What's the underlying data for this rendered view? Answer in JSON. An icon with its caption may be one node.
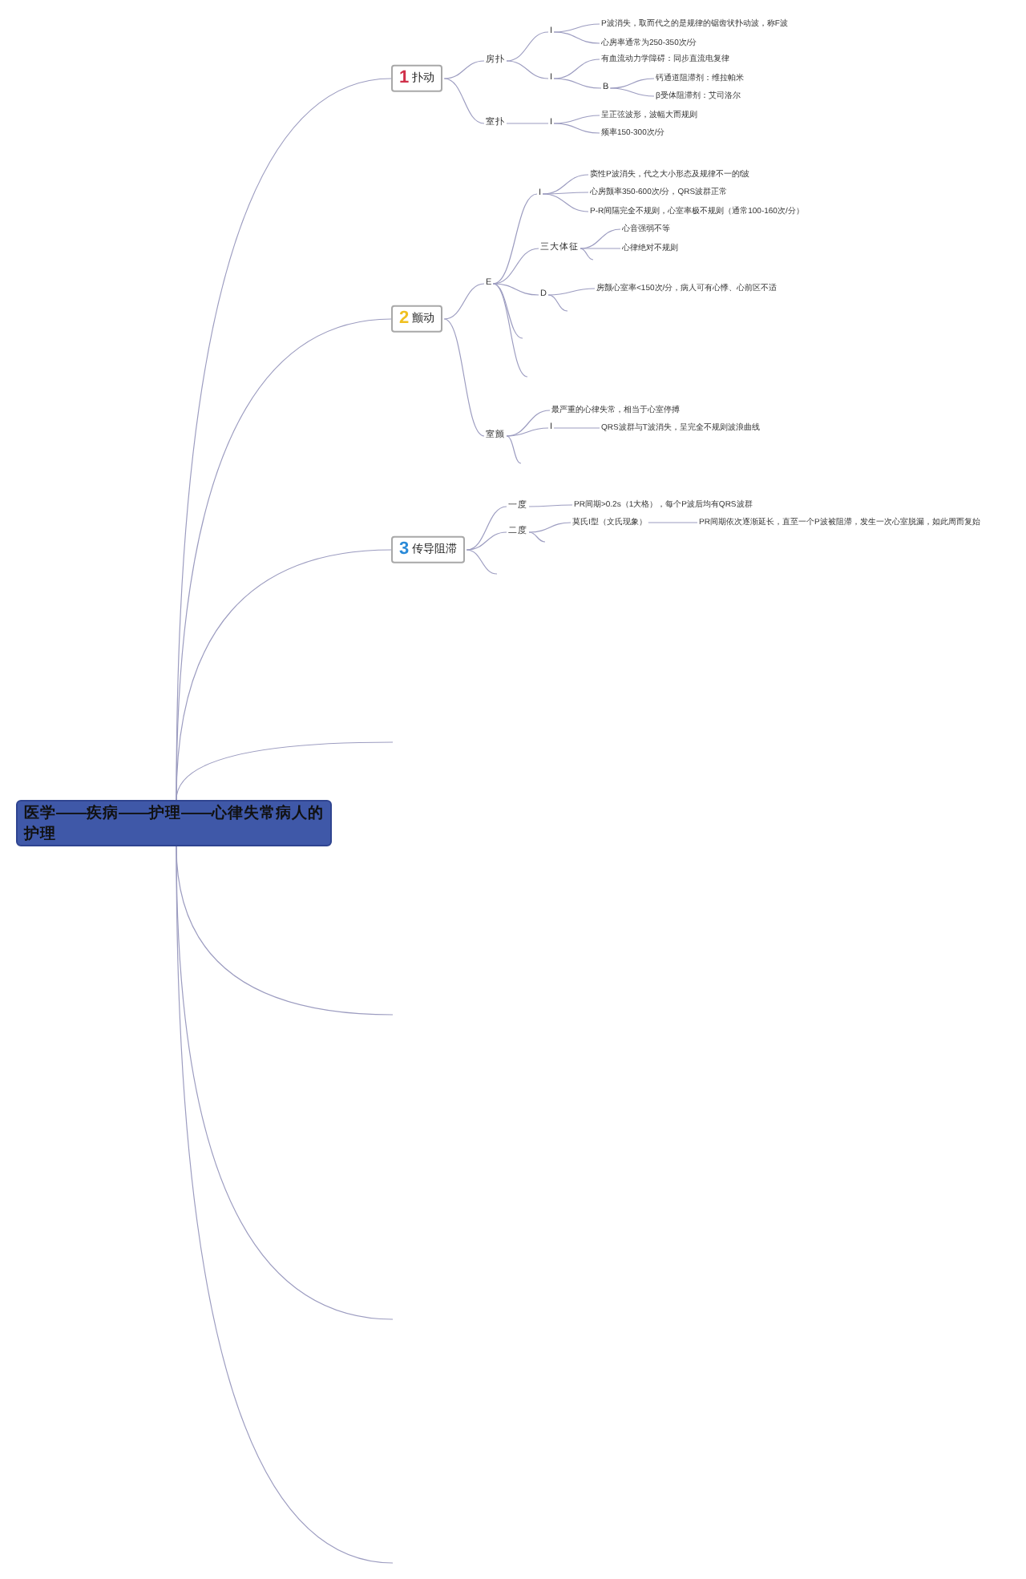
{
  "diagram": {
    "nodes": [
      {
        "text": [
          "医学——疾病——护理——心律失常病人的护理"
        ]
      },
      {
        "text": [
          "1",
          "扑动"
        ]
      },
      {
        "text": [
          "房扑"
        ]
      },
      {
        "text": [
          "I"
        ]
      },
      {
        "text": [
          "P波消失，取而代之的是规律的锯齿状扑动波，称F波"
        ]
      },
      {
        "text": [
          "心房率通常为250-350次/分"
        ]
      },
      {
        "text": [
          "I"
        ]
      },
      {
        "text": [
          "有血流动力学障碍：同步直流电复律"
        ]
      },
      {
        "text": [
          "B"
        ]
      },
      {
        "text": [
          "钙通道阻滞剂：维拉帕米"
        ]
      },
      {
        "text": [
          "β受体阻滞剂：艾司洛尔"
        ]
      },
      {
        "text": [
          "室扑"
        ]
      },
      {
        "text": [
          "I"
        ]
      },
      {
        "text": [
          "呈正弦波形，波幅大而规则"
        ]
      },
      {
        "text": [
          "频率150-300次/分"
        ]
      },
      {
        "text": [
          "2",
          "颤动"
        ]
      },
      {
        "text": [
          "E"
        ]
      },
      {
        "text": [
          "I"
        ]
      },
      {
        "text": [
          "窦性P波消失，代之大小形态及规律不一的f波"
        ]
      },
      {
        "text": [
          "心房颤率350-600次/分，QRS波群正常"
        ]
      },
      {
        "text": [
          "P-R间隔完全不规则，心室率极不规则（通常100-160次/分）"
        ]
      },
      {
        "text": [
          "三大体征"
        ]
      },
      {
        "text": [
          "心音强弱不等"
        ]
      },
      {
        "text": [
          "心律绝对不规则"
        ]
      },
      {
        "text": [
          "D"
        ]
      },
      {
        "text": [
          "房颤心室率<150次/分，病人可有心悸、心前区不适"
        ]
      },
      {
        "text": [
          "室颤"
        ]
      },
      {
        "text": [
          "最严重的心律失常，相当于心室停搏"
        ]
      },
      {
        "text": [
          "I"
        ]
      },
      {
        "text": [
          "QRS波群与T波消失，呈完全不规则波浪曲线"
        ]
      },
      {
        "text": [
          "3",
          "传导阻滞"
        ]
      },
      {
        "text": [
          "一度"
        ]
      },
      {
        "text": [
          "PR间期>0.2s（1大格），每个P波后均有QRS波群"
        ]
      },
      {
        "text": [
          "二度"
        ]
      },
      {
        "text": [
          "莫氏I型（文氏现象）"
        ]
      },
      {
        "text": [
          "PR间期依次逐渐延长，直至一个P波被阻滞，发生一次心室脱漏，如此周而复始"
        ]
      }
    ],
    "edges": [
      {
        "from": 0,
        "to": 1,
        "arrow": "none"
      },
      {
        "from": 0,
        "to": 15,
        "arrow": "none"
      },
      {
        "from": 0,
        "to": 30,
        "arrow": "none"
      },
      {
        "from": 0,
        "to": null,
        "arrow": "none"
      },
      {
        "from": 0,
        "to": null,
        "arrow": "none"
      },
      {
        "from": 0,
        "to": null,
        "arrow": "none"
      },
      {
        "from": 0,
        "to": null,
        "arrow": "none"
      },
      {
        "from": 1,
        "to": 2,
        "arrow": "none"
      },
      {
        "from": 1,
        "to": 11,
        "arrow": "none"
      },
      {
        "from": 2,
        "to": 3,
        "arrow": "none"
      },
      {
        "from": 3,
        "to": 4,
        "arrow": "none"
      },
      {
        "from": 3,
        "to": 5,
        "arrow": "none"
      },
      {
        "from": 2,
        "to": 6,
        "arrow": "none"
      },
      {
        "from": 6,
        "to": 7,
        "arrow": "none"
      },
      {
        "from": 6,
        "to": 8,
        "arrow": "none"
      },
      {
        "from": 8,
        "to": 9,
        "arrow": "none"
      },
      {
        "from": 8,
        "to": 10,
        "arrow": "none"
      },
      {
        "from": 11,
        "to": 12,
        "arrow": "none"
      },
      {
        "from": 12,
        "to": 13,
        "arrow": "none"
      },
      {
        "from": 12,
        "to": 14,
        "arrow": "none"
      },
      {
        "from": 15,
        "to": 16,
        "arrow": "none"
      },
      {
        "from": 15,
        "to": 26,
        "arrow": "none"
      },
      {
        "from": 16,
        "to": 17,
        "arrow": "none"
      },
      {
        "from": 17,
        "to": 18,
        "arrow": "none"
      },
      {
        "from": 17,
        "to": 19,
        "arrow": "none"
      },
      {
        "from": 17,
        "to": 20,
        "arrow": "none"
      },
      {
        "from": 16,
        "to": 21,
        "arrow": "none"
      },
      {
        "from": 21,
        "to": 22,
        "arrow": "none"
      },
      {
        "from": 21,
        "to": 23,
        "arrow": "none"
      },
      {
        "from": 21,
        "to": null,
        "arrow": "none"
      },
      {
        "from": 16,
        "to": 24,
        "arrow": "none"
      },
      {
        "from": 24,
        "to": 25,
        "arrow": "none"
      },
      {
        "from": 24,
        "to": null,
        "arrow": "none"
      },
      {
        "from": 16,
        "to": null,
        "arrow": "none"
      },
      {
        "from": 16,
        "to": null,
        "arrow": "none"
      },
      {
        "from": 26,
        "to": 27,
        "arrow": "none"
      },
      {
        "from": 26,
        "to": 28,
        "arrow": "none"
      },
      {
        "from": 28,
        "to": 29,
        "arrow": "none"
      },
      {
        "from": 26,
        "to": null,
        "arrow": "none"
      },
      {
        "from": 30,
        "to": 31,
        "arrow": "none"
      },
      {
        "from": 31,
        "to": 32,
        "arrow": "none"
      },
      {
        "from": 30,
        "to": 33,
        "arrow": "none"
      },
      {
        "from": 33,
        "to": 34,
        "arrow": "none"
      },
      {
        "from": 34,
        "to": 35,
        "arrow": "none"
      },
      {
        "from": 33,
        "to": null,
        "arrow": "none"
      },
      {
        "from": 30,
        "to": null,
        "arrow": "none"
      }
    ]
  }
}
